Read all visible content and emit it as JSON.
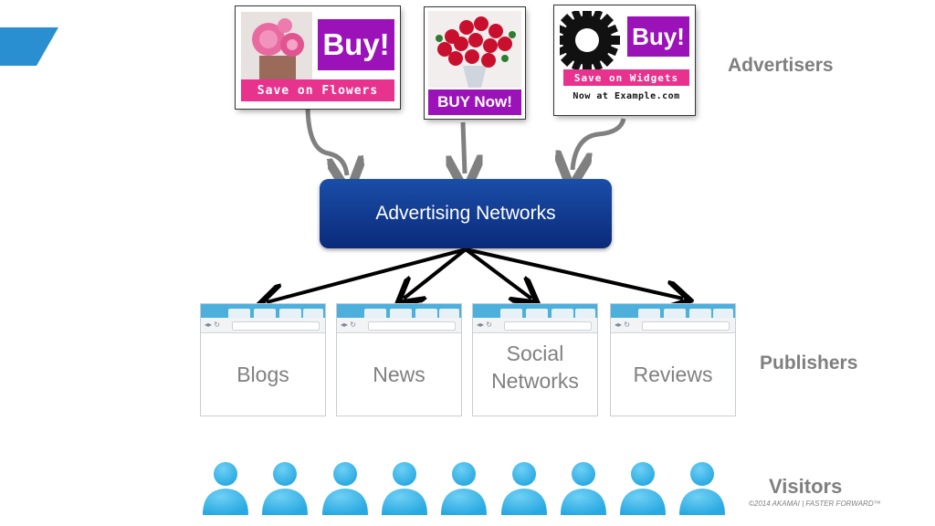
{
  "advertisers": {
    "label": "Advertisers",
    "ads": [
      {
        "buy": "Buy!",
        "strip": "Save on Flowers"
      },
      {
        "buy": "BUY Now!"
      },
      {
        "buy": "Buy!",
        "strip": "Save on Widgets",
        "sub": "Now at Example.com"
      }
    ]
  },
  "network": {
    "label": "Advertising Networks"
  },
  "publishers": {
    "label": "Publishers",
    "sites": [
      "Blogs",
      "News",
      "Social\nNetworks",
      "Reviews"
    ]
  },
  "visitors": {
    "label": "Visitors",
    "count": 9
  },
  "footer": {
    "copyright": "©2014 AKAMAI  |  FASTER FORWARD™"
  },
  "colors": {
    "ad_purple": "#9b12b8",
    "ad_pink": "#e8338e",
    "network_blue": "#0a2a7a",
    "person_blue": "#29a9e1",
    "label_gray": "#7f7f7f"
  },
  "icons": [
    "gear-icon",
    "flower-icon",
    "rose-bouquet-icon",
    "person-icon"
  ]
}
